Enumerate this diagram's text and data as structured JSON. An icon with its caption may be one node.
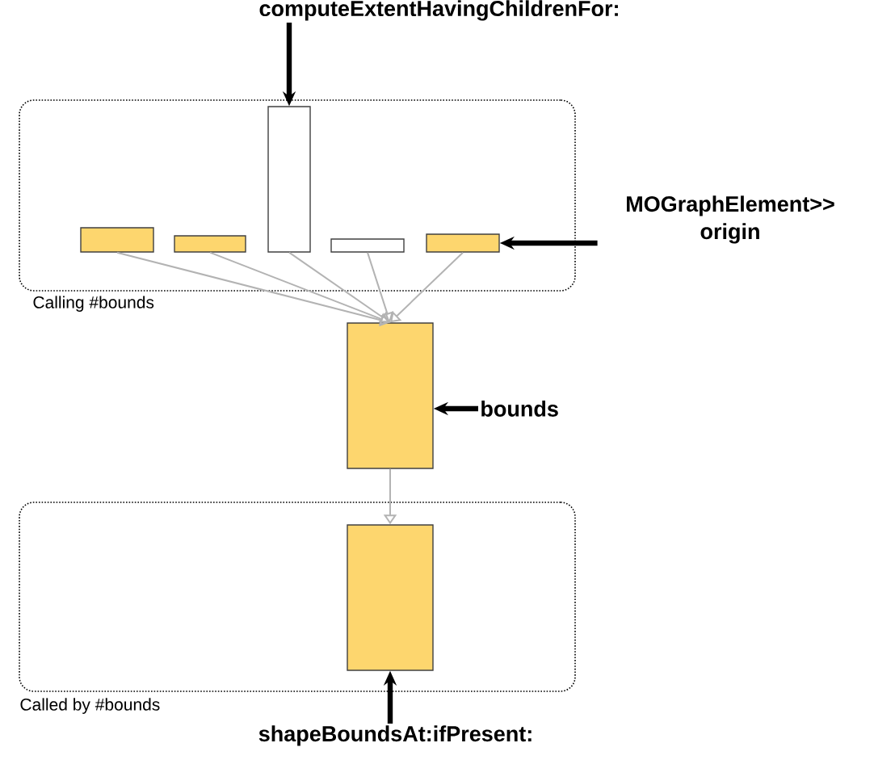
{
  "diagram": {
    "nodes": [
      {
        "text": [
          "Calling  #bounds"
        ]
      },
      {
        "text": [],
        "shape": "box",
        "in": 0
      },
      {
        "text": [],
        "shape": "box",
        "in": 0
      },
      {
        "text": [],
        "shape": "box",
        "in": 0
      },
      {
        "text": [],
        "shape": "box",
        "in": 0
      },
      {
        "text": [],
        "shape": "box",
        "in": 0
      },
      {
        "text": [],
        "shape": "box"
      },
      {
        "text": [
          "Called by  #bounds"
        ]
      },
      {
        "text": [],
        "shape": "box",
        "in": 7
      },
      {
        "text": [
          "computeExtentHavingChildrenFor:"
        ]
      },
      {
        "text": [
          "MOGraphElement>> origin"
        ]
      },
      {
        "text": [
          "bounds"
        ]
      },
      {
        "text": [
          "shapeBoundsAt:ifPresent:"
        ]
      }
    ],
    "edges": [
      {
        "from": 1,
        "to": 6,
        "arrow": "to"
      },
      {
        "from": 2,
        "to": 6,
        "arrow": "to"
      },
      {
        "from": 3,
        "to": 6,
        "arrow": "to"
      },
      {
        "from": 4,
        "to": 6,
        "arrow": "to"
      },
      {
        "from": 5,
        "to": 6,
        "arrow": "to"
      },
      {
        "from": 6,
        "to": 8,
        "arrow": "to"
      },
      {
        "from": 9,
        "to": 3,
        "arrow": "to",
        "style": "thick",
        "color": "#000000"
      },
      {
        "from": 10,
        "to": 5,
        "arrow": "to",
        "style": "thick",
        "color": "#000000"
      },
      {
        "from": 11,
        "to": 6,
        "arrow": "to",
        "style": "thick",
        "color": "#000000"
      },
      {
        "from": 12,
        "to": 8,
        "arrow": "to",
        "style": "thick",
        "color": "#000000"
      }
    ]
  }
}
